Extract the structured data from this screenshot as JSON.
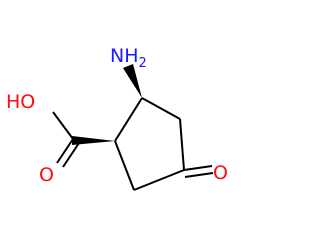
{
  "molecule": {
    "atoms": {
      "amine": {
        "main": "NH",
        "sub": "2"
      },
      "hydroxyl": "HO",
      "carboxyl_oxygen": "O",
      "ketone_oxygen": "O"
    },
    "colors": {
      "bond": "#000000",
      "nitrogen": "#1a1aff",
      "oxygen": "#ff0d0d"
    }
  }
}
